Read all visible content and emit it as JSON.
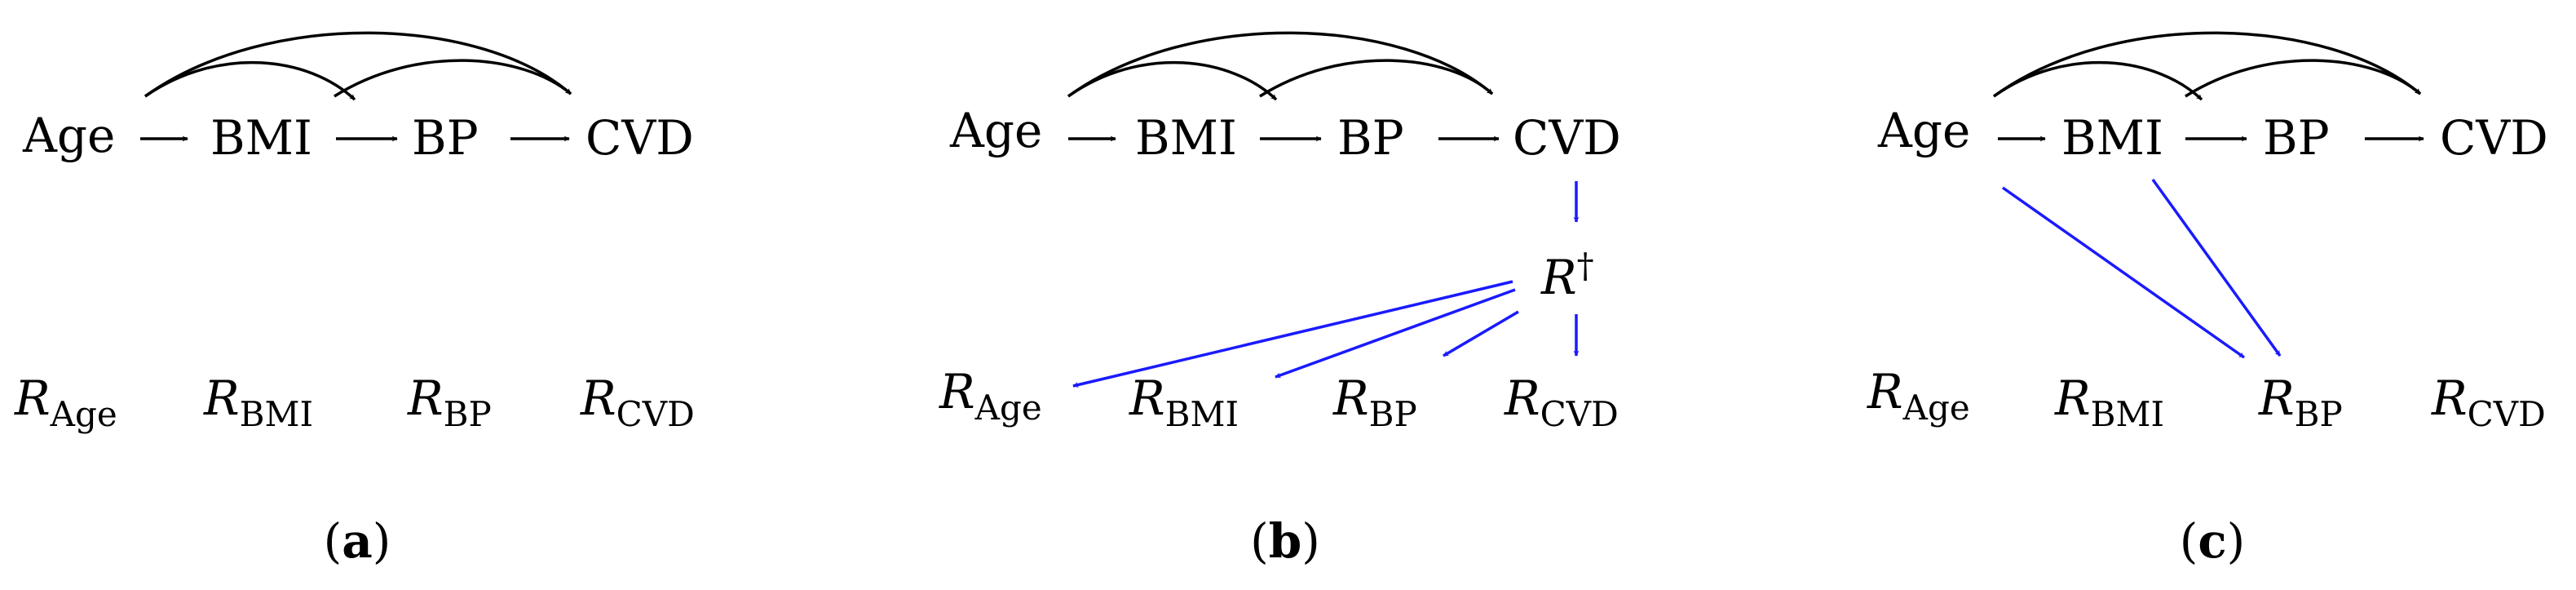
{
  "panels": [
    {
      "label_open": "(",
      "label_letter": "a",
      "label_close": ")",
      "nodes": [
        "Age",
        "BMI",
        "BP",
        "CVD"
      ],
      "r_prefix": "R",
      "r_nodes": [
        "Age",
        "BMI",
        "BP",
        "CVD"
      ]
    },
    {
      "label_open": "(",
      "label_letter": "b",
      "label_close": ")",
      "nodes": [
        "Age",
        "BMI",
        "BP",
        "CVD"
      ],
      "r_prefix": "R",
      "r_nodes": [
        "Age",
        "BMI",
        "BP",
        "CVD"
      ],
      "r_dagger": "R",
      "dagger_symbol": "†"
    },
    {
      "label_open": "(",
      "label_letter": "c",
      "label_close": ")",
      "nodes": [
        "Age",
        "BMI",
        "BP",
        "CVD"
      ],
      "r_prefix": "R",
      "r_nodes": [
        "Age",
        "BMI",
        "BP",
        "CVD"
      ]
    }
  ],
  "colors": {
    "black_edges": "#000000",
    "missingness_edges": "#1a1aff"
  }
}
